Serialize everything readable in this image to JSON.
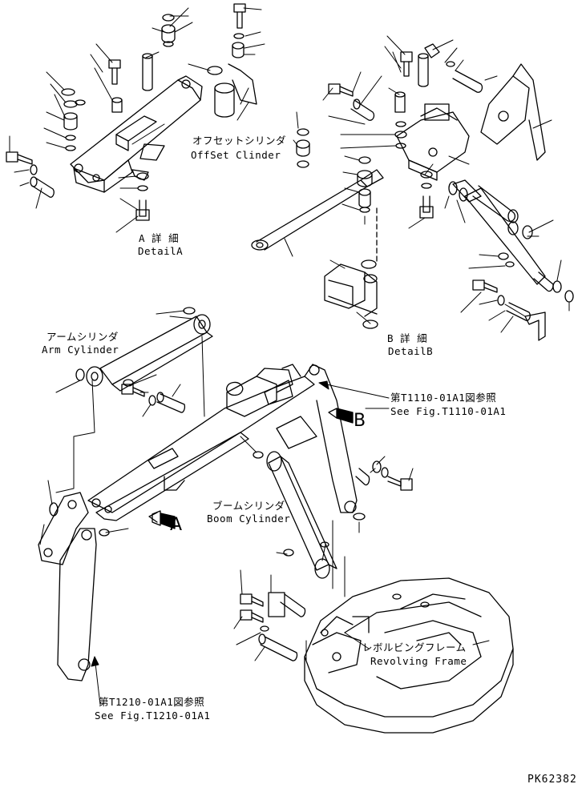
{
  "labels": {
    "offset_cylinder_jp": "オフセットシリンダ",
    "offset_cylinder_en": "OffSet Clinder",
    "detail_a_jp": "A 詳 細",
    "detail_a_en": "DetailA",
    "detail_b_jp": "B 詳 細",
    "detail_b_en": "DetailB",
    "arm_cylinder_jp": "アームシリンダ",
    "arm_cylinder_en": "Arm Cylinder",
    "boom_cylinder_jp": "ブームシリンダ",
    "boom_cylinder_en": "Boom Cylinder",
    "revolving_frame_jp": "レボルビングフレーム",
    "revolving_frame_en": "Revolving Frame",
    "ref_t1110_jp": "第T1110-01A1図参照",
    "ref_t1110_en": "See Fig.T1110-01A1",
    "ref_t1210_jp": "第T1210-01A1図参照",
    "ref_t1210_en": "See Fig.T1210-01A1",
    "marker_a": "A",
    "marker_b": "B",
    "figure_code": "PK62382"
  }
}
